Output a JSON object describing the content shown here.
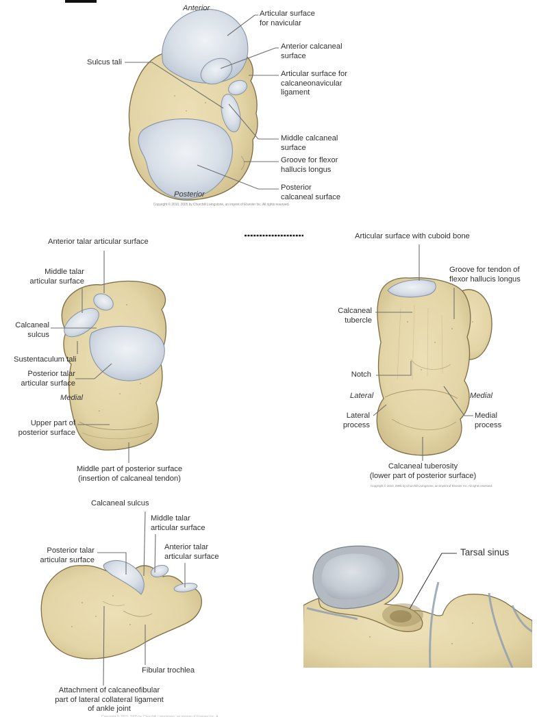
{
  "meta": {
    "copyright": "Copyright © 2010, 2005 by Churchill Livingstone, an imprint of Elsevier Inc. All rights reserved."
  },
  "talus_inferior": {
    "direction_top": "Anterior",
    "direction_bottom": "Posterior",
    "labels": {
      "navicular": "Articular surface\nfor navicular",
      "anterior_calcaneal": "Anterior calcaneal\nsurface",
      "sulcus_tali": "Sulcus tali",
      "calcaneonavicular": "Articular surface for\ncalcaneonavicular\nligament",
      "middle_calcaneal": "Middle calcaneal\nsurface",
      "groove_fhl": "Groove for flexor\nhallucis longus",
      "posterior_calcaneal": "Posterior\ncalcaneal surface"
    }
  },
  "calcaneus_superior": {
    "direction": "Medial",
    "labels": {
      "anterior_talar": "Anterior talar articular surface",
      "middle_talar": "Middle talar\narticular surface",
      "calcaneal_sulcus": "Calcaneal\nsulcus",
      "sustentaculum": "Sustentaculum tali",
      "posterior_talar": "Posterior talar\narticular surface",
      "upper_posterior": "Upper part of\nposterior surface",
      "middle_posterior": "Middle part of posterior surface\n(insertion of calcaneal tendon)"
    }
  },
  "calcaneus_posterior": {
    "direction_left": "Lateral",
    "direction_right": "Medial",
    "labels": {
      "cuboid": "Articular surface with cuboid bone",
      "groove_tendon": "Groove for tendon of\nflexor hallucis longus",
      "tubercle": "Calcaneal\ntubercle",
      "notch": "Notch",
      "lateral_process": "Lateral\nprocess",
      "medial_process": "Medial\nprocess",
      "tuberosity": "Calcaneal tuberosity\n(lower part of posterior surface)"
    }
  },
  "calcaneus_lateral": {
    "labels": {
      "calcaneal_sulcus": "Calcaneal sulcus",
      "middle_talar": "Middle talar\narticular surface",
      "posterior_talar": "Posterior talar\narticular surface",
      "anterior_talar": "Anterior talar\narticular surface",
      "fibular_trochlea": "Fibular trochlea",
      "attachment": "Attachment of calcaneofibular\npart of lateral collateral ligament\nof ankle joint"
    }
  },
  "tarsal_sinus_view": {
    "labels": {
      "tarsal_sinus": "Tarsal sinus"
    }
  },
  "colors": {
    "bone": "#e3d5a6",
    "bone_edge": "#7c6b44",
    "articular": "#d8dfe8",
    "articular_edge": "#8793a2",
    "leader_line": "#6f6f6f",
    "label_text": "#2f2f2f",
    "copyright_text": "#8f8f8f"
  }
}
